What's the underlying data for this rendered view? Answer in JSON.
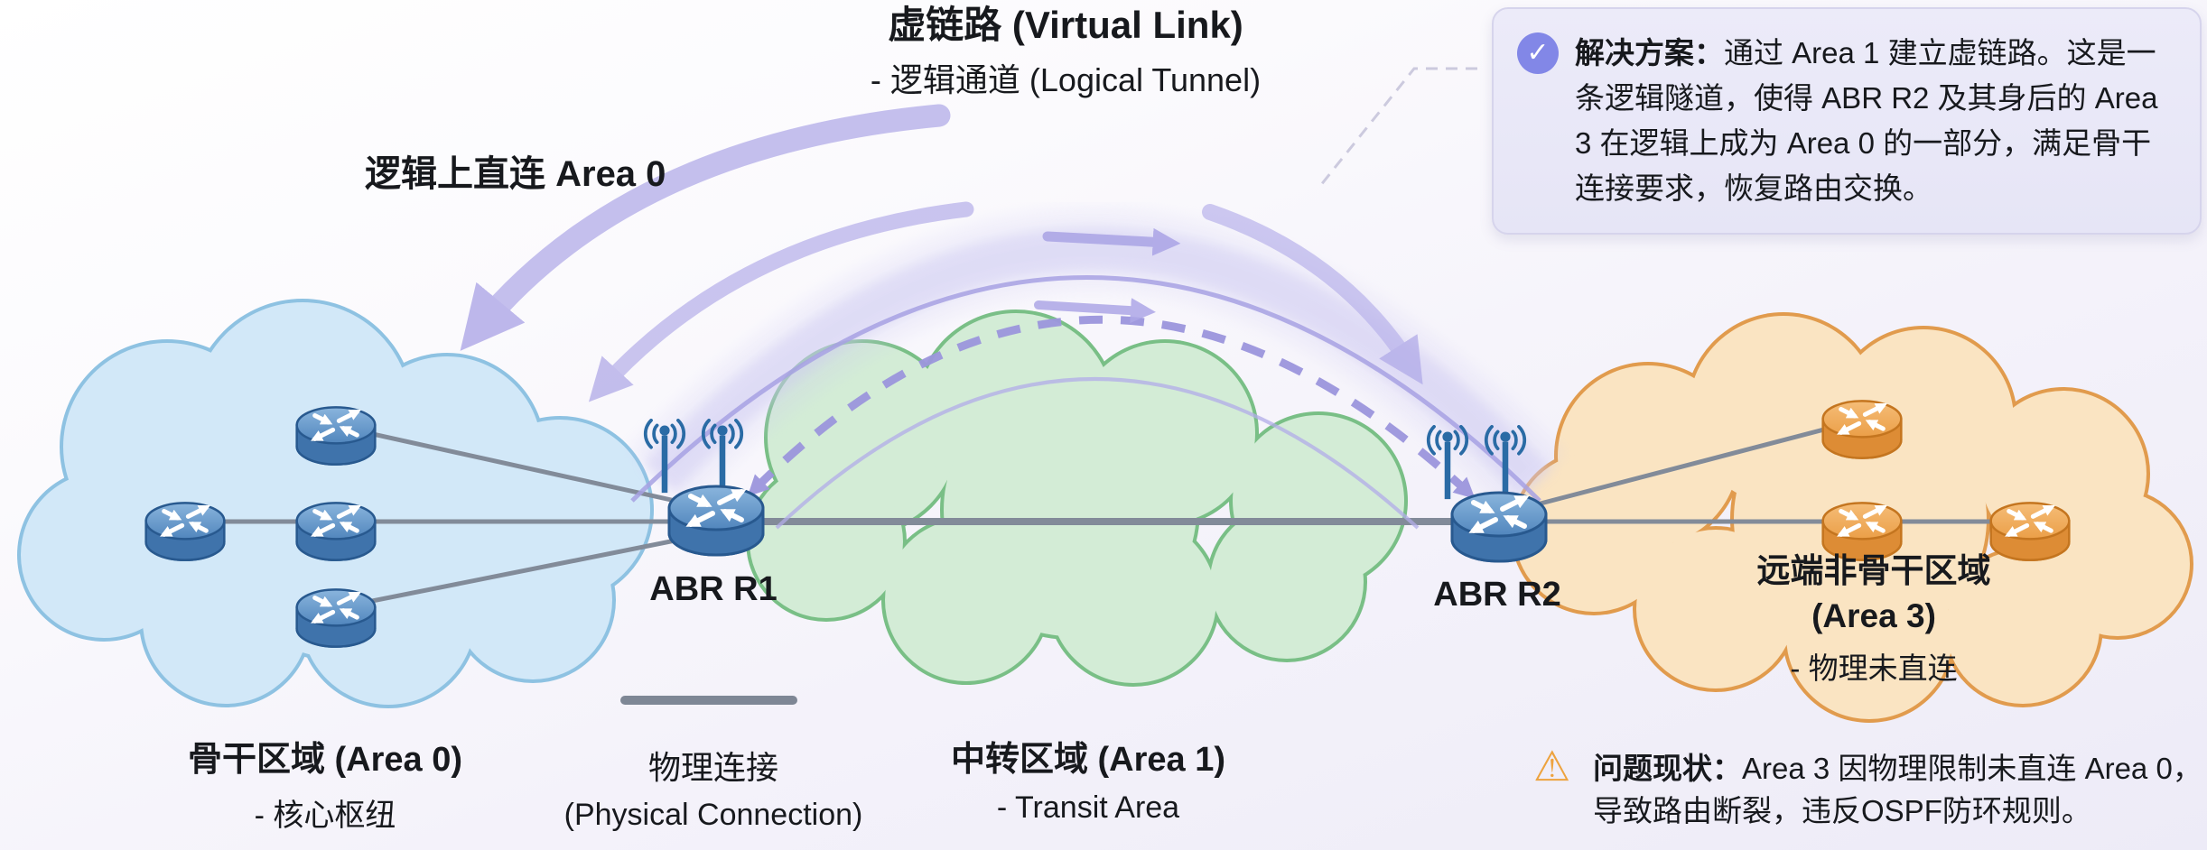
{
  "header": {
    "title": "虚链路 (Virtual Link)",
    "subtitle": "- 逻辑通道 (Logical Tunnel)"
  },
  "annotations": {
    "logical_link_label": "逻辑上直连 Area 0"
  },
  "solution_callout": {
    "icon": "check-circle",
    "check_glyph": "✓",
    "heading": "解决方案：",
    "body": "通过 Area 1 建立虚链路。这是一条逻辑隧道，使得 ABR R2 及其身后的 Area 3 在逻辑上成为 Area 0 的一部分，满足骨干连接要求，恢复路由交换。"
  },
  "problem_note": {
    "icon": "warning-triangle",
    "warn_glyph": "⚠",
    "heading": "问题现状：",
    "body": "Area 3 因物理限制未直连 Area 0，导致路由断裂，违反OSPF防环规则。"
  },
  "nodes": {
    "abr_r1": {
      "label": "ABR R1"
    },
    "abr_r2": {
      "label": "ABR R2"
    }
  },
  "areas": {
    "area0": {
      "title": "骨干区域 (Area 0)",
      "subtitle": "- 核心枢纽"
    },
    "area1": {
      "title": "中转区域 (Area 1)",
      "subtitle": "- Transit Area"
    },
    "area3": {
      "title": "远端非骨干区域",
      "subtitle": "(Area 3)",
      "note": "- 物理未直连"
    }
  },
  "legend": {
    "physical_connection": {
      "title": "物理连接",
      "subtitle": "(Physical Connection)"
    }
  },
  "colors": {
    "accent_purple": "#8287e7",
    "virtual_link_purple": "#a9a3e4",
    "virtual_link_band": "#cdc9f2",
    "warning_orange": "#eda33f",
    "area0_cloud_fill": "#d2e8f8",
    "area0_cloud_border": "#8ec2e2",
    "area1_cloud_fill": "#d3ecd6",
    "area1_cloud_border": "#79bf86",
    "area3_cloud_fill": "#fae4c2",
    "area3_cloud_border": "#e19b4d",
    "router_blue": "#4a7fb5",
    "router_orange": "#e9a14c",
    "physical_line_gray": "#828b99",
    "text": "#17191d"
  }
}
